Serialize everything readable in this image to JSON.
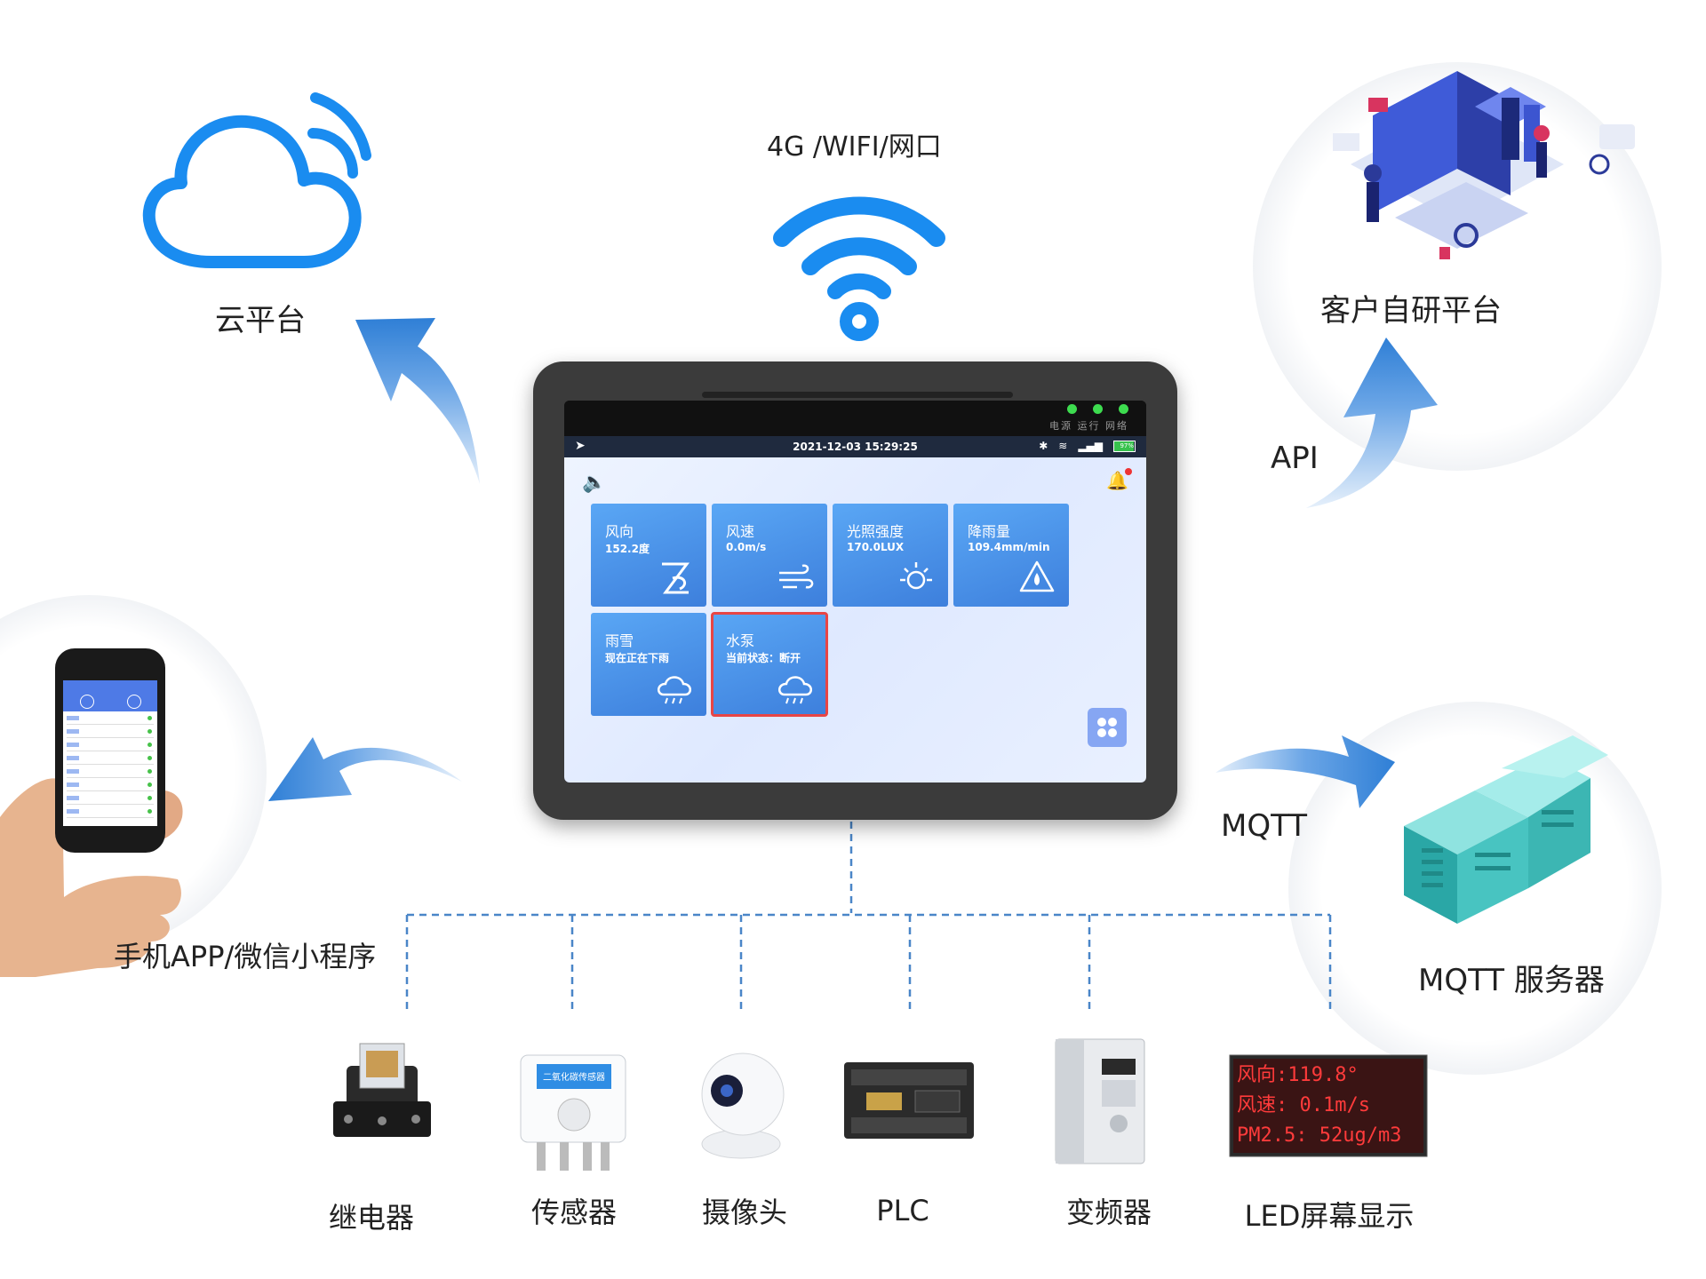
{
  "nodes": {
    "cloud": "云平台",
    "network": "4G /WIFI/网口",
    "custom_platform": "客户自研平台",
    "api": "API",
    "mobile": "手机APP/微信小程序",
    "mqtt": "MQTT",
    "mqtt_server": "MQTT 服务器"
  },
  "colors": {
    "accent": "#2f86e8",
    "arrow": "#3b88d6",
    "tile": "#3d7fdc",
    "dashed": "#4a86c8",
    "led_red": "#e03030"
  },
  "tablet": {
    "led_text": "电源 运行 网络",
    "datetime": "2021-12-03 15:29:25",
    "battery": "97%",
    "battery_level": 0.97,
    "tiles": [
      {
        "title": "风向",
        "value": "152.2度",
        "icon": "wind-direction-icon"
      },
      {
        "title": "风速",
        "value": "0.0m/s",
        "icon": "wind-icon"
      },
      {
        "title": "光照强度",
        "value": "170.0LUX",
        "icon": "sun-icon"
      },
      {
        "title": "降雨量",
        "value": "109.4mm/min",
        "icon": "rain-gauge-icon"
      },
      {
        "title": "雨雪",
        "value": "现在正在下雨",
        "icon": "rain-cloud-icon"
      },
      {
        "title": "水泵",
        "value": "当前状态：断开",
        "icon": "rain-cloud-icon",
        "selected": true
      }
    ]
  },
  "devices": [
    {
      "label": "继电器",
      "icon": "relay-icon"
    },
    {
      "label": "传感器",
      "icon": "sensor-icon",
      "device_text": "二氧化碳传感器"
    },
    {
      "label": "摄像头",
      "icon": "camera-icon"
    },
    {
      "label": "PLC",
      "icon": "plc-icon"
    },
    {
      "label": "变频器",
      "icon": "inverter-icon"
    },
    {
      "label": "LED屏幕显示",
      "icon": "led-display-icon"
    }
  ],
  "led_display": {
    "lines": [
      "风向:119.8°",
      "风速: 0.1m/s",
      "PM2.5: 52ug/m3"
    ]
  }
}
